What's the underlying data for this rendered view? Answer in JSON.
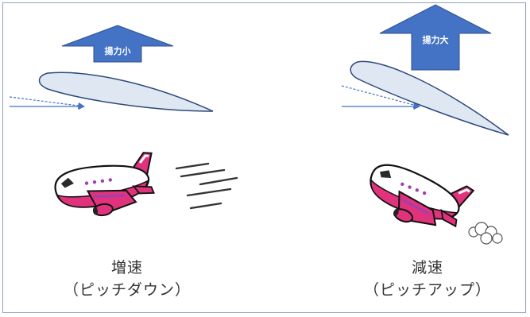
{
  "left_panel": {
    "lift_label": "揚力小",
    "caption_line1": "増速",
    "caption_line2": "（ピッチダウン）"
  },
  "right_panel": {
    "lift_label": "揚力大",
    "caption_line1": "減速",
    "caption_line2": "（ピッチアップ）"
  },
  "colors": {
    "arrow_blue": "#4472c4",
    "airfoil_fill": "#dfe7f3",
    "airfoil_stroke": "#2f4a7a",
    "plane_magenta": "#e0337b",
    "plane_purple": "#a23fb0",
    "frame_border": "#8fa3bf"
  }
}
